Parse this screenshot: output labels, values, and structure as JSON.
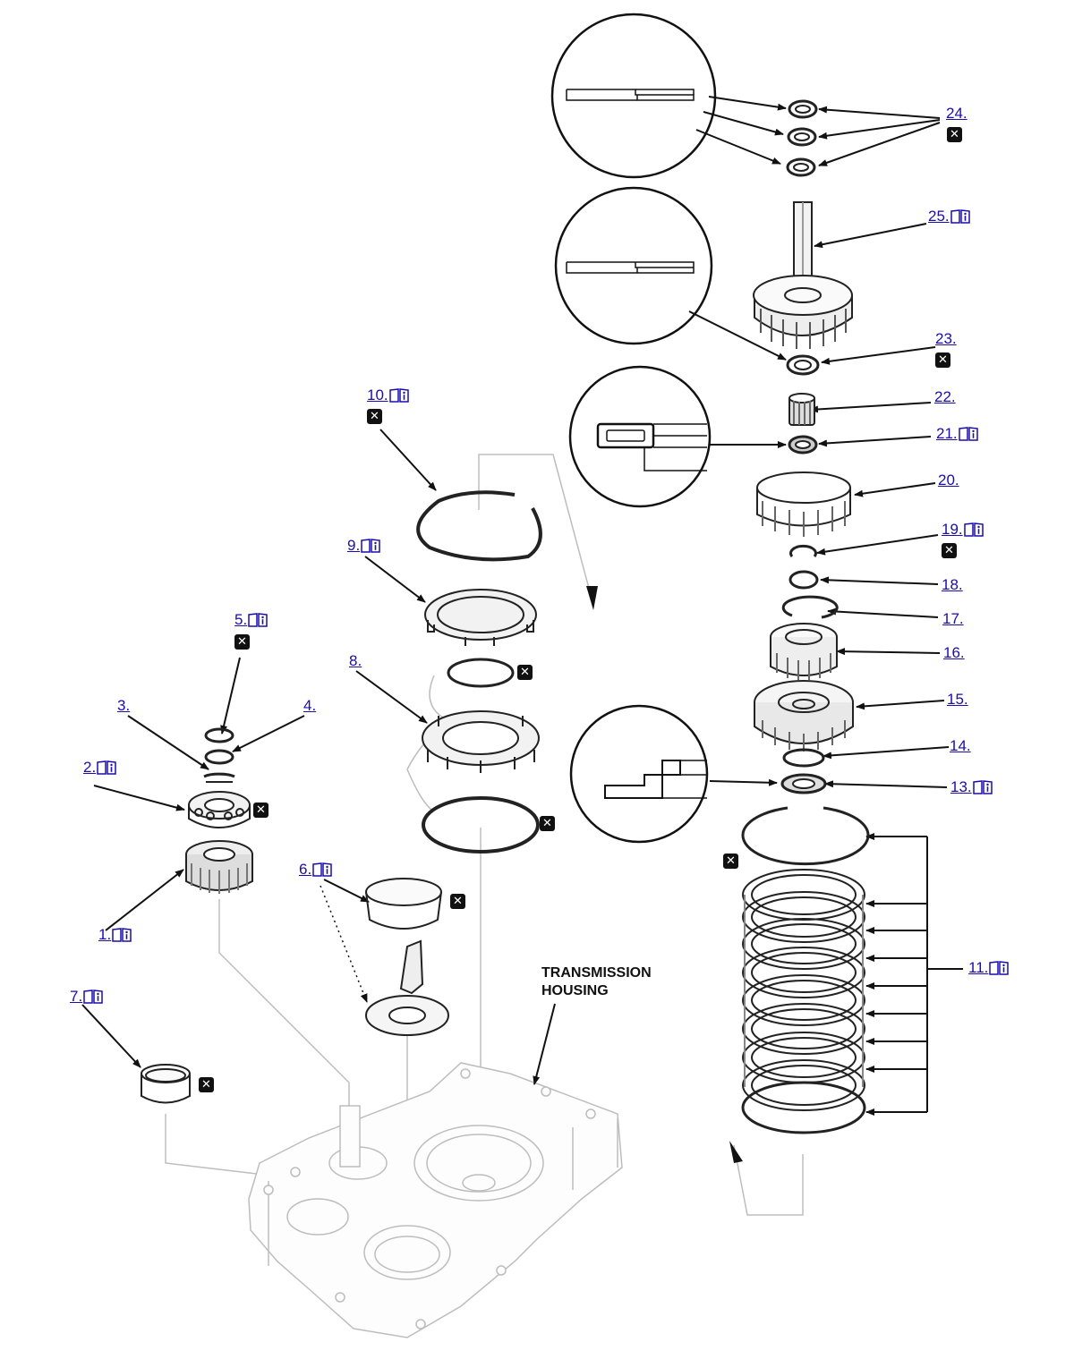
{
  "callouts": [
    {
      "label": "1.",
      "info": true
    },
    {
      "label": "2.",
      "info": true
    },
    {
      "label": "3.",
      "info": false
    },
    {
      "label": "4.",
      "info": false
    },
    {
      "label": "5.",
      "info": true
    },
    {
      "label": "6.",
      "info": true
    },
    {
      "label": "7.",
      "info": true
    },
    {
      "label": "8.",
      "info": false
    },
    {
      "label": "9.",
      "info": true
    },
    {
      "label": "10.",
      "info": true
    },
    {
      "label": "11.",
      "info": true
    },
    {
      "label": "13.",
      "info": true
    },
    {
      "label": "14.",
      "info": false
    },
    {
      "label": "15.",
      "info": false
    },
    {
      "label": "16.",
      "info": false
    },
    {
      "label": "17.",
      "info": false
    },
    {
      "label": "18.",
      "info": false
    },
    {
      "label": "19.",
      "info": true
    },
    {
      "label": "20.",
      "info": false
    },
    {
      "label": "21.",
      "info": true
    },
    {
      "label": "22.",
      "info": false
    },
    {
      "label": "23.",
      "info": false
    },
    {
      "label": "24.",
      "info": false
    },
    {
      "label": "25.",
      "info": true
    }
  ],
  "housing_label": "TRANSMISSION\nHOUSING",
  "icons": {
    "info": "manual-info-icon",
    "replace": "replace-part-icon"
  },
  "colors": {
    "link": "#1a0dab",
    "line": "#111111",
    "faint": "#bdbdbd"
  }
}
